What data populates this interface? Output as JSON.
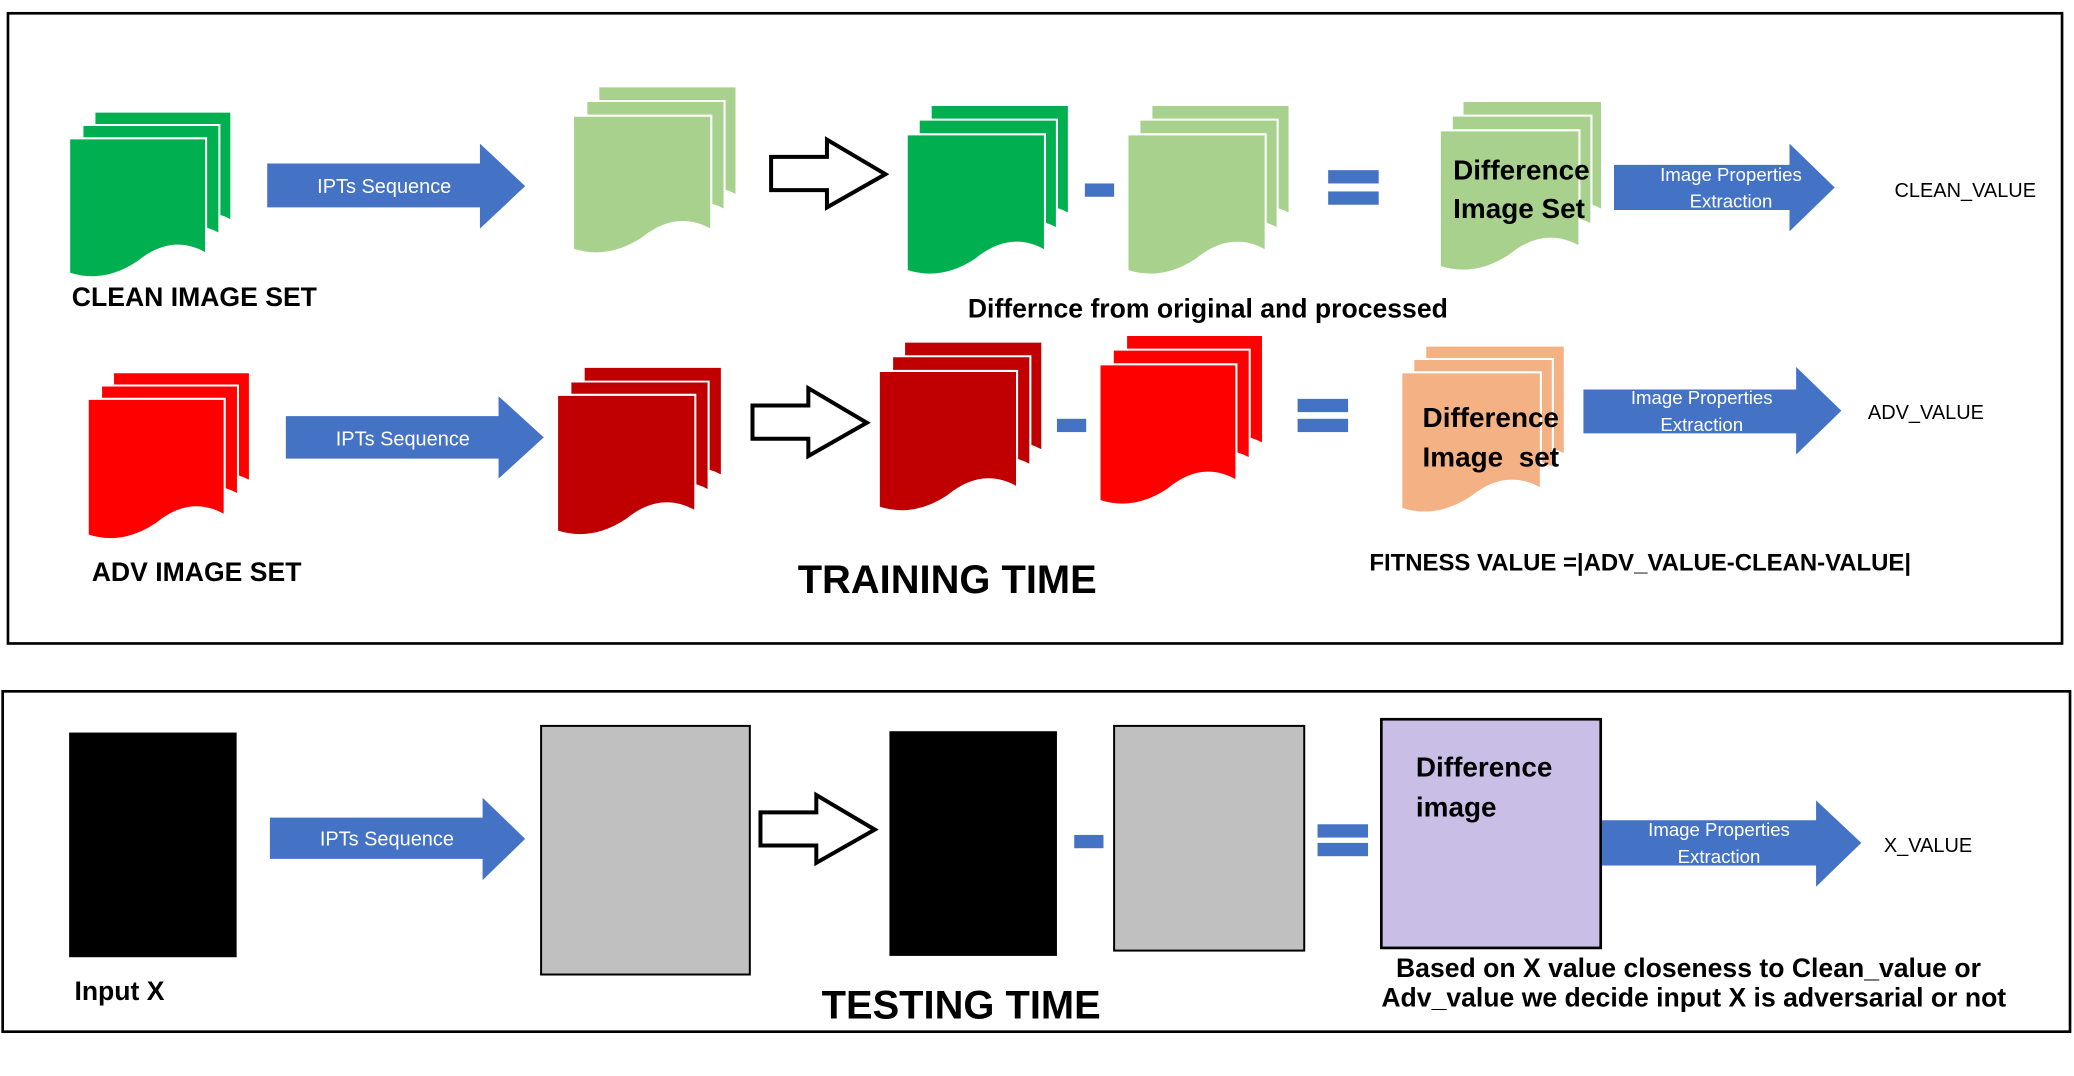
{
  "colors": {
    "arrow_blue": "#4472c4",
    "clean_dark_green": "#00b050",
    "clean_light_green": "#a9d18e",
    "adv_red": "#ff0000",
    "adv_dark_red": "#c00000",
    "adv_diff_orange": "#f4b183",
    "test_black": "#000000",
    "test_gray": "#c0c0c0",
    "test_diff_lavender": "#c9bfe6"
  },
  "training": {
    "title": "TRAINING TIME",
    "clean_row": {
      "set_label": "CLEAN IMAGE SET",
      "ipt_arrow_label": "IPTs Sequence",
      "diff_box_label_line1": "Difference",
      "diff_box_label_line2": "Image Set",
      "extract_label_line1": "Image Properties",
      "extract_label_line2": "Extraction",
      "output_value": "CLEAN_VALUE",
      "caption": "Differnce from original and processed"
    },
    "adv_row": {
      "set_label": "ADV IMAGE SET",
      "ipt_arrow_label": "IPTs Sequence",
      "diff_box_label_line1": "Difference",
      "diff_box_label_line2": "Image  set",
      "extract_label_line1": "Image Properties",
      "extract_label_line2": "Extraction",
      "output_value": "ADV_VALUE"
    },
    "fitness": "FITNESS VALUE =|ADV_VALUE-CLEAN-VALUE|"
  },
  "testing": {
    "title": "TESTING TIME",
    "input_label": "Input X",
    "ipt_arrow_label": "IPTs Sequence",
    "diff_box_label_line1": "Difference",
    "diff_box_label_line2": "image",
    "extract_label_line1": "Image Properties",
    "extract_label_line2": "Extraction",
    "output_value": "X_VALUE",
    "decision_line1": "Based on X value closeness to Clean_value or",
    "decision_line2": "Adv_value we decide input X is adversarial or not"
  }
}
